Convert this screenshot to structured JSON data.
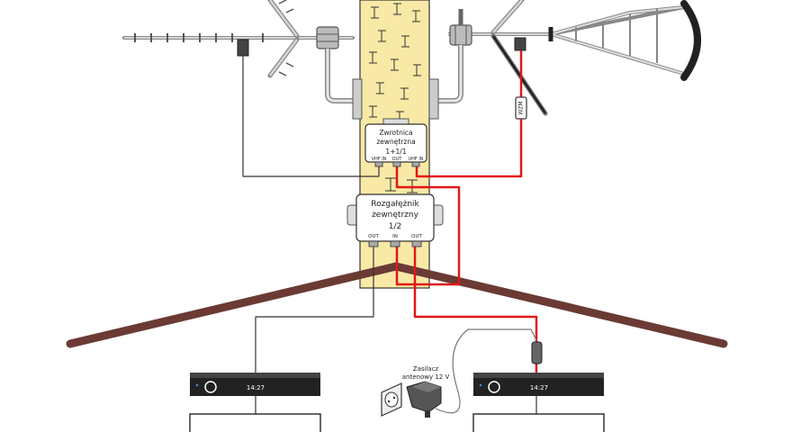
{
  "diplexer": {
    "title_line1": "Zwrotnica",
    "title_line2": "zewnętrzna",
    "ratio": "1+1/1",
    "port_vhf": "VHF IN",
    "port_out": "OUT",
    "port_uhf": "UHF IN"
  },
  "splitter": {
    "title_line1": "Rozgałężnik",
    "title_line2": "zewnętrzny",
    "ratio": "1/2",
    "port_out_left": "OUT",
    "port_in": "IN",
    "port_out_right": "OUT"
  },
  "amplifier_label": "WZM",
  "power_supply": {
    "line1": "Zasilacz",
    "line2": "antenowy 12 V"
  },
  "receiver_left": {
    "clock": "14:27"
  },
  "receiver_right": {
    "clock": "14:27"
  },
  "colors": {
    "mast": "#f8e9a6",
    "roof": "#6b3a34",
    "signal_cable": "#e01818",
    "plain_cable": "#333333",
    "receiver": "#222222",
    "bracket": "#c8c8c8"
  }
}
